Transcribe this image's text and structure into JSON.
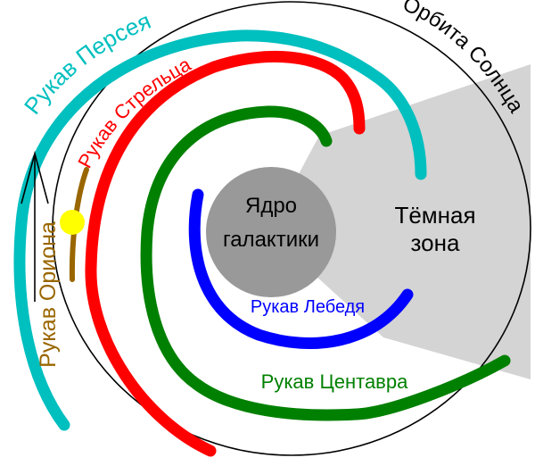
{
  "diagram": {
    "title": "Milky Way spiral arms",
    "colors": {
      "perseus": "#00bfbf",
      "sagittarius": "#ff0000",
      "centaurus": "#008000",
      "cygnus": "#0000ff",
      "orion": "#996600",
      "sun": "#ffff00",
      "core": "#999999",
      "dark_zone": "#d4d4d4",
      "orbit": "#000000"
    },
    "labels": {
      "perseus_arm": "Рукав Персея",
      "sagittarius_arm": "Рукав Стрельца",
      "orion_arm": "Рукав Ориона",
      "cygnus_arm": "Рукав Лебедя",
      "centaurus_arm": "Рукав Центавра",
      "sun_orbit": "Орбита Солнца",
      "core_line1": "Ядро",
      "core_line2": "галактики",
      "dark_zone_line1": "Тёмная",
      "dark_zone_line2": "зона"
    },
    "icons": {
      "direction_arrow": "arrow-up-icon",
      "sun": "sun-icon"
    }
  }
}
